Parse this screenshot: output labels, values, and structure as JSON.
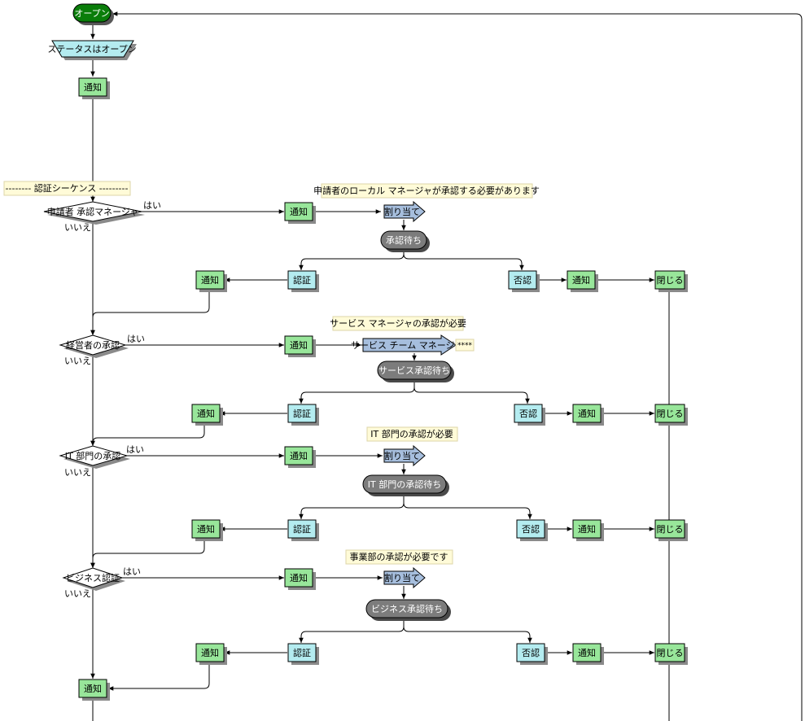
{
  "diagram": {
    "start": {
      "label": "オープン"
    },
    "status_check": {
      "label": "ステータスはオープン"
    },
    "notify_top": {
      "label": "通知"
    },
    "sequence_note": {
      "label": "-------- 認証シーケンス ---------"
    },
    "edge_labels": {
      "yes": "はい",
      "no": "いいえ"
    },
    "common": {
      "notify": "通知",
      "approve": "認証",
      "reject": "否認",
      "close": "閉じる",
      "assign": "割り当て"
    },
    "stages": [
      {
        "decision": "申請者 承認マネージャ",
        "note": "申請者のローカル マネージャが承認する必要があります",
        "assign": "割り当て",
        "wait": "承認待ち"
      },
      {
        "decision": "経営者の承認",
        "note": "サービス マネージャの承認が必要",
        "assign": "サービス チーム マネージャ",
        "assign_note": "****",
        "wait": "サービス承認待ち"
      },
      {
        "decision": "IT 部門の承認",
        "note": "IT 部門の承認が必要",
        "assign": "割り当て",
        "wait": "IT 部門の承認待ち"
      },
      {
        "decision": "ビジネス認証",
        "note": "事業部の承認が必要です",
        "assign": "割り当て",
        "wait": "ビジネス承認待ち"
      }
    ],
    "notify_bottom": {
      "label": "通知"
    },
    "colors": {
      "start_fill": "#0a7d0a",
      "notify_fill": "#98e69a",
      "action_fill": "#b4ecf0",
      "wait_fill": "#7c7c7c",
      "assign_fill": "#a6bedd",
      "note_fill": "#fffbd8",
      "line": "#000000"
    }
  }
}
